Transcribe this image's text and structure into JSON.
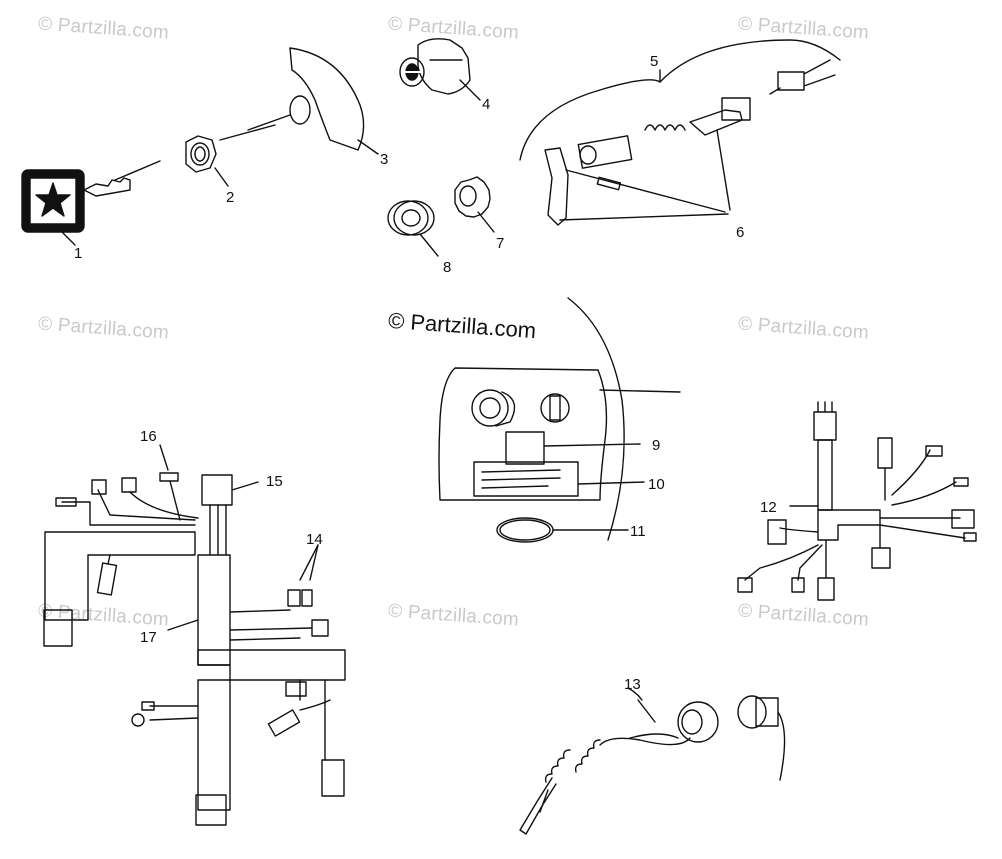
{
  "watermark": {
    "text": "© Partzilla.com",
    "main_text": "© Partzilla.com",
    "color": "#c9c9c9"
  },
  "callouts": {
    "c1": "1",
    "c2": "2",
    "c3": "3",
    "c4": "4",
    "c5": "5",
    "c6": "6",
    "c7": "7",
    "c8": "8",
    "c9": "9",
    "c10": "10",
    "c11": "11",
    "c12": "12",
    "c13": "13",
    "c14": "14",
    "c15": "15",
    "c16": "16",
    "c17": "17"
  },
  "colors": {
    "line": "#111111",
    "background": "#ffffff"
  }
}
